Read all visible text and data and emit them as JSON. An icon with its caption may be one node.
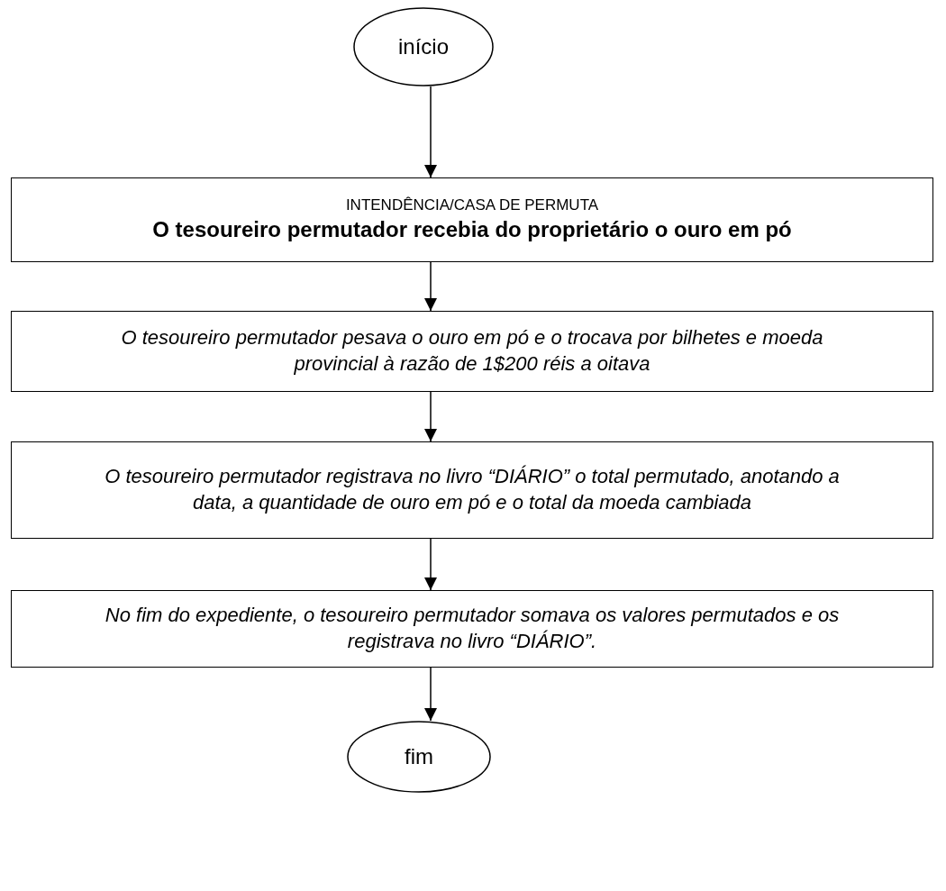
{
  "diagram": {
    "nodes": [
      {
        "text": [
          "início"
        ]
      },
      {
        "text": [
          "INTENDÊNCIA/CASA DE PERMUTA",
          "O tesoureiro permutador recebia do proprietário o ouro em pó"
        ]
      },
      {
        "text": [
          "O tesoureiro permutador pesava o ouro em pó e o trocava por bilhetes e moeda provincial à razão de 1$200 réis a oitava"
        ]
      },
      {
        "text": [
          "O tesoureiro permutador registrava no livro “DIÁRIO” o total permutado, anotando a data, a quantidade de ouro em pó e o total da moeda cambiada"
        ]
      },
      {
        "text": [
          "No fim do expediente, o tesoureiro permutador somava os valores permutados e os registrava no livro “DIÁRIO”."
        ]
      },
      {
        "text": [
          "fim"
        ]
      }
    ],
    "edges": [
      {
        "from": 0,
        "to": 1,
        "arrow": "to"
      },
      {
        "from": 1,
        "to": 2,
        "arrow": "to"
      },
      {
        "from": 2,
        "to": 3,
        "arrow": "to"
      },
      {
        "from": 3,
        "to": 4,
        "arrow": "to"
      },
      {
        "from": 4,
        "to": 5,
        "arrow": "to"
      }
    ]
  }
}
